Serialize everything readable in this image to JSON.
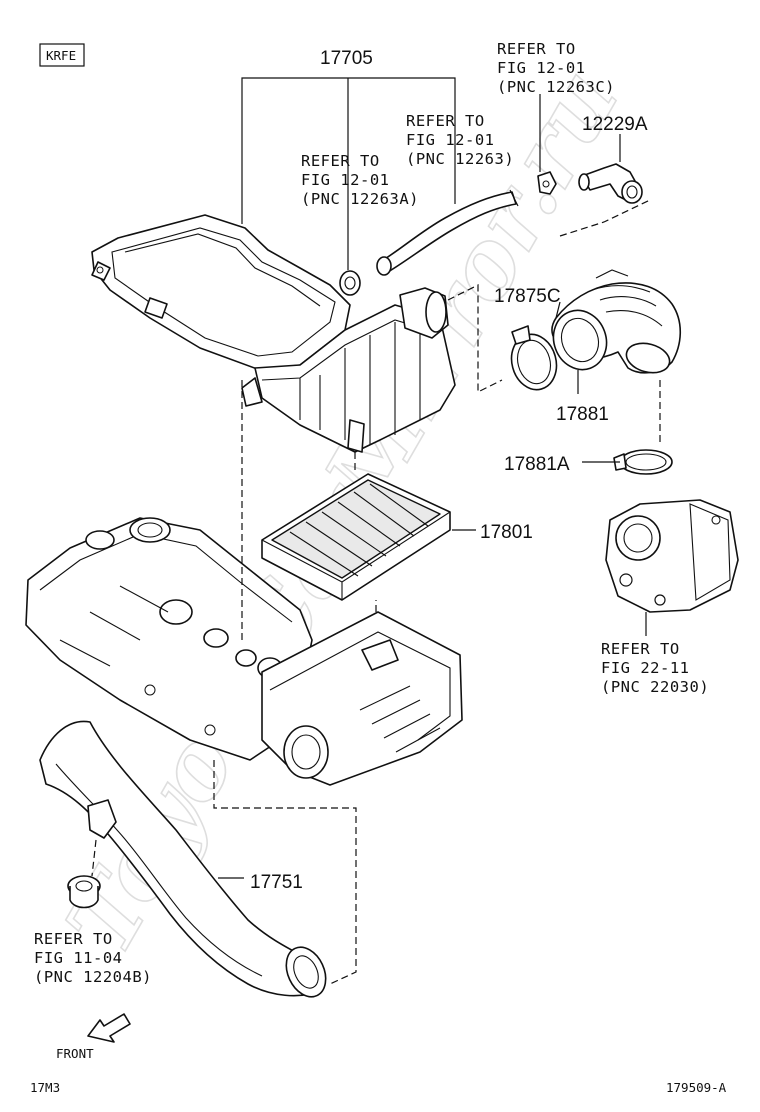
{
  "engine_code": "KRFE",
  "parts": {
    "p17705": "17705",
    "p12229A": "12229A",
    "p17875C": "17875C",
    "p17881": "17881",
    "p17881A": "17881A",
    "p17801": "17801",
    "p17751": "17751"
  },
  "refs": {
    "ref_12263C": [
      "REFER TO",
      "FIG 12-01",
      "(PNC 12263C)"
    ],
    "ref_12263": [
      "REFER TO",
      "FIG 12-01",
      "(PNC 12263)"
    ],
    "ref_12263A": [
      "REFER TO",
      "FIG 12-01",
      "(PNC 12263A)"
    ],
    "ref_22030": [
      "REFER TO",
      "FIG 22-11",
      "(PNC 22030)"
    ],
    "ref_12204B": [
      "REFER TO",
      "FIG 11-04",
      "(PNC 12204B)"
    ]
  },
  "front_label": "FRONT",
  "page_code": "17M3",
  "drawing_no": "179509-A",
  "watermark": "ToyotaCarMirror.ru",
  "colors": {
    "line": "#111111",
    "watermark": "#d4d4d4",
    "fill_grey": "#e9e9e9"
  }
}
